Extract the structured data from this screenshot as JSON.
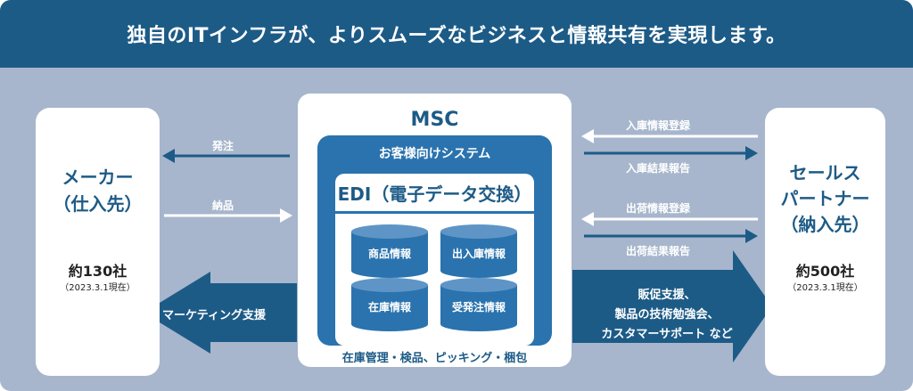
{
  "header": {
    "title": "独自のITインフラが、よりスムーズなビジネスと情報共有を実現します。"
  },
  "left": {
    "title_lines": [
      "メーカー",
      "（仕入先）"
    ],
    "count": "約130社",
    "date": "（2023.3.1現在）"
  },
  "right": {
    "title_lines": [
      "セールス",
      "パートナー",
      "（納入先）"
    ],
    "count": "約500社",
    "date": "（2023.3.1現在）"
  },
  "center": {
    "title": "MSC",
    "system_label": "お客様向けシステム",
    "edi_label": "EDI（電子データ交換）",
    "databases": [
      {
        "top": "商品情報",
        "bottom": "在庫情報"
      },
      {
        "top": "出入庫情報",
        "bottom": "受発注情報"
      }
    ],
    "bottom_text": "在庫管理・検品、ピッキング・梱包"
  },
  "left_arrows": {
    "top": "発注",
    "middle": "納品",
    "big": "マーケティング支援"
  },
  "right_arrows": {
    "in_register": "入庫情報登録",
    "in_report": "入庫結果報告",
    "out_register": "出荷情報登録",
    "out_report": "出荷結果報告",
    "big_lines": [
      "販促支援、",
      "製品の技術勉強会、",
      "カスタマーサポート など"
    ]
  },
  "colors": {
    "navy": "#1d5b87",
    "blue": "#2a73ae",
    "panel": "#a7b6cc",
    "white": "#ffffff"
  }
}
